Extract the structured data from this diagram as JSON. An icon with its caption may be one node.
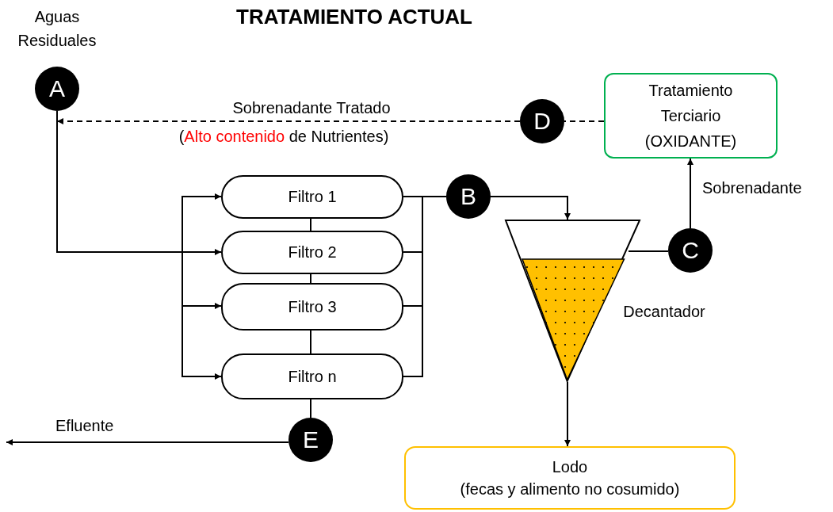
{
  "diagram": {
    "title": "TRATAMIENTO ACTUAL",
    "nodes": [
      {
        "text": [
          "A"
        ],
        "beside": [
          "Aguas Residuales"
        ]
      },
      {
        "text": [
          "D"
        ]
      },
      {
        "text": [
          "Tratamiento Terciario (OXIDANTE)"
        ]
      },
      {
        "text": [
          "Filtro 1"
        ]
      },
      {
        "text": [
          "Filtro 2"
        ]
      },
      {
        "text": [
          "Filtro 3"
        ]
      },
      {
        "text": [
          "Filtro n"
        ]
      },
      {
        "text": [
          "B"
        ]
      },
      {
        "text": [],
        "shape": "cone",
        "beside": [
          "Decantador"
        ]
      },
      {
        "text": [
          "C"
        ]
      },
      {
        "text": [
          "Lodo",
          "(fecas y alimento no cosumido)"
        ]
      },
      {
        "text": [
          "E"
        ]
      }
    ],
    "edges": [
      {
        "from": 2,
        "to": 1,
        "arrow": "none",
        "style": "dashed"
      },
      {
        "from": 1,
        "to": 0,
        "arrow": "to",
        "style": "dashed",
        "label": "Sobrenadante Tratado (**Alto contenido** de Nutrientes)"
      },
      {
        "from": 0,
        "to": 3,
        "arrow": "to"
      },
      {
        "from": 0,
        "to": 4,
        "arrow": "to"
      },
      {
        "from": 0,
        "to": 5,
        "arrow": "to"
      },
      {
        "from": 0,
        "to": 6,
        "arrow": "to"
      },
      {
        "from": 3,
        "to": 4,
        "arrow": "none"
      },
      {
        "from": 4,
        "to": 5,
        "arrow": "none"
      },
      {
        "from": 5,
        "to": 6,
        "arrow": "none"
      },
      {
        "from": 6,
        "to": 11,
        "arrow": "none"
      },
      {
        "from": 3,
        "to": 7,
        "arrow": "none"
      },
      {
        "from": 4,
        "to": 7,
        "arrow": "none"
      },
      {
        "from": 5,
        "to": 7,
        "arrow": "none"
      },
      {
        "from": 6,
        "to": 7,
        "arrow": "none"
      },
      {
        "from": 7,
        "to": 8,
        "arrow": "to"
      },
      {
        "from": 8,
        "to": 9,
        "arrow": "none"
      },
      {
        "from": 9,
        "to": 2,
        "arrow": "to",
        "label": "Sobrenadante"
      },
      {
        "from": 8,
        "to": 10,
        "arrow": "to"
      },
      {
        "from": 11,
        "to": null,
        "arrow": "to",
        "label": "Efluente"
      }
    ]
  }
}
